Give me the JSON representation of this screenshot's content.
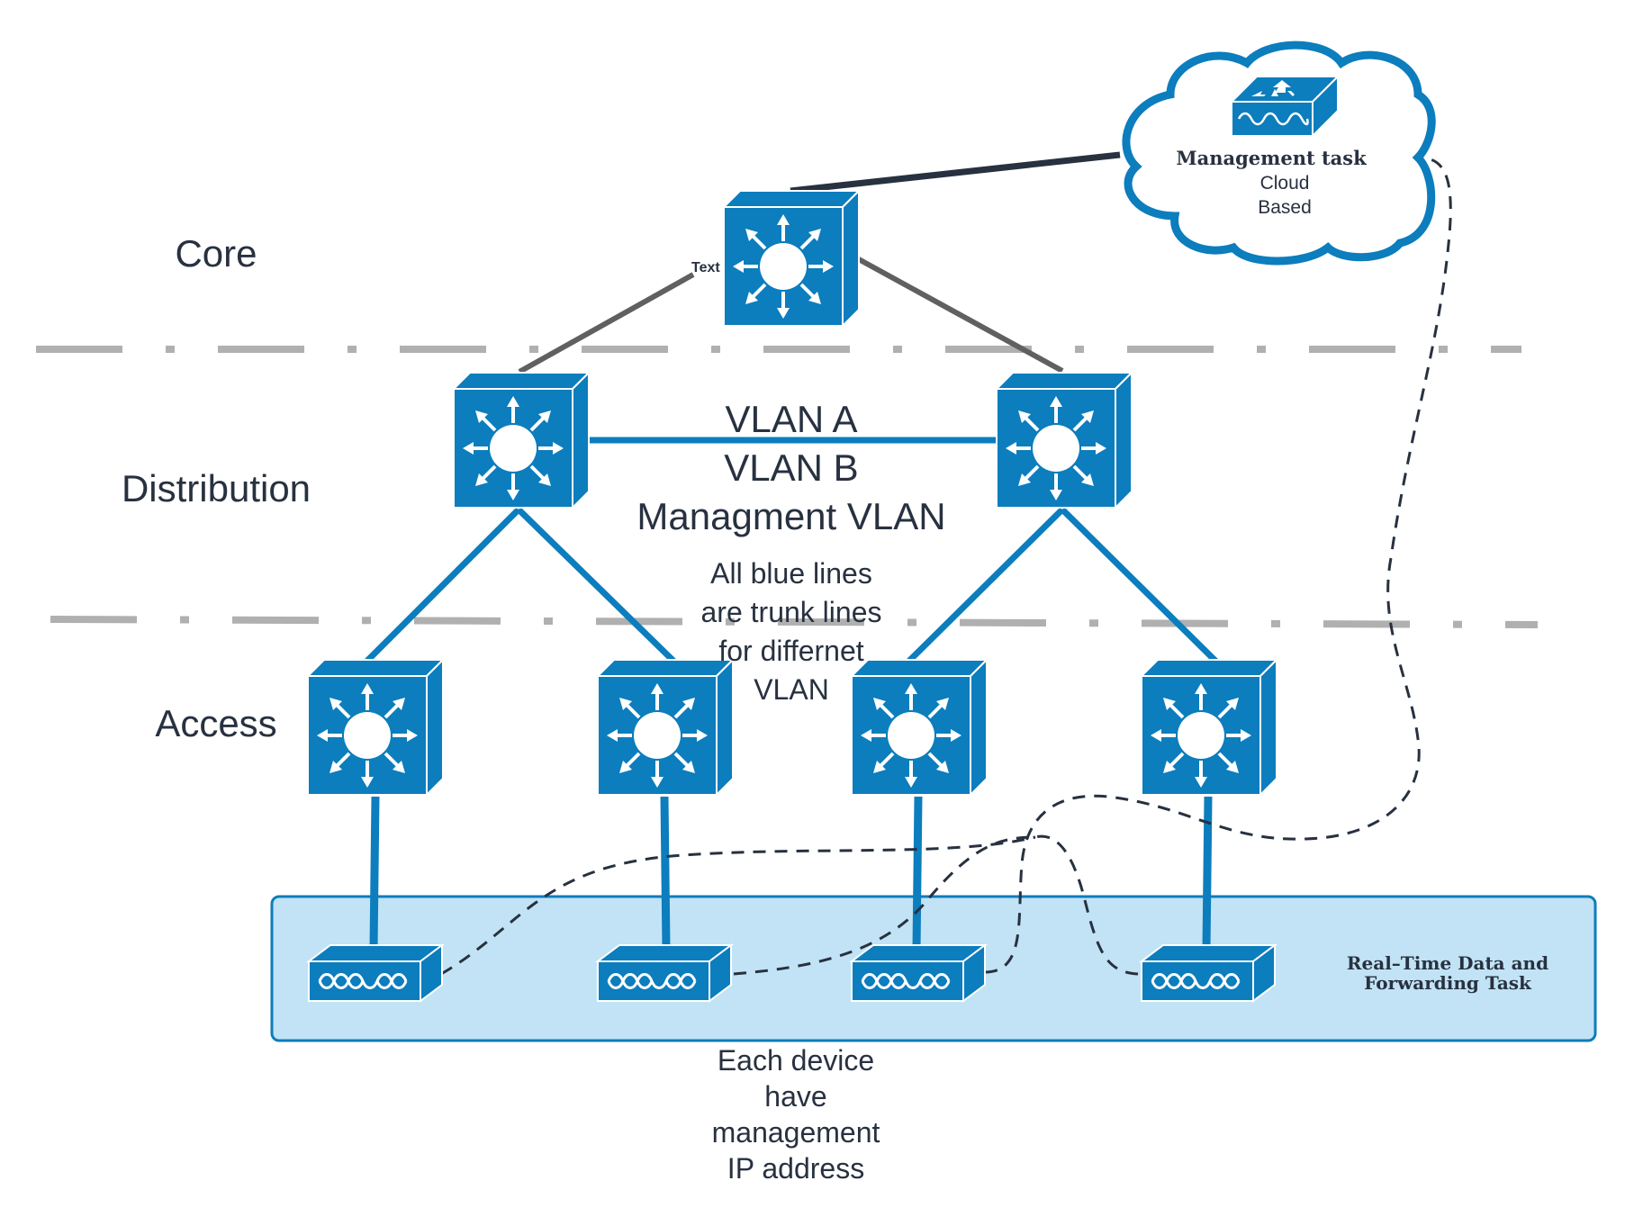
{
  "layers": {
    "core": "Core",
    "distribution": "Distribution",
    "access": "Access"
  },
  "core_switch": {
    "tag": "Text"
  },
  "vlan_labels": [
    "VLAN A",
    "VLAN B",
    "Managment VLAN"
  ],
  "trunk_note": [
    "All blue lines",
    "are trunk lines",
    "for differnet",
    "VLAN"
  ],
  "cloud": {
    "title": "Management task",
    "subtitle_lines": [
      "Cloud",
      "Based"
    ]
  },
  "data_plane_box": {
    "label_lines": [
      "Real–Time Data and",
      "Forwarding Task"
    ]
  },
  "footer_note": [
    "Each device",
    "have",
    "management",
    "IP address"
  ],
  "colors": {
    "device_blue": "#0c7dbd",
    "trunk_blue": "#0c7dbd",
    "uplink_gray": "#5f6062",
    "cloud_link": "#27313f",
    "divider_gray": "#b0b0b0",
    "box_fill": "#c1e3f5",
    "text": "#283140"
  }
}
